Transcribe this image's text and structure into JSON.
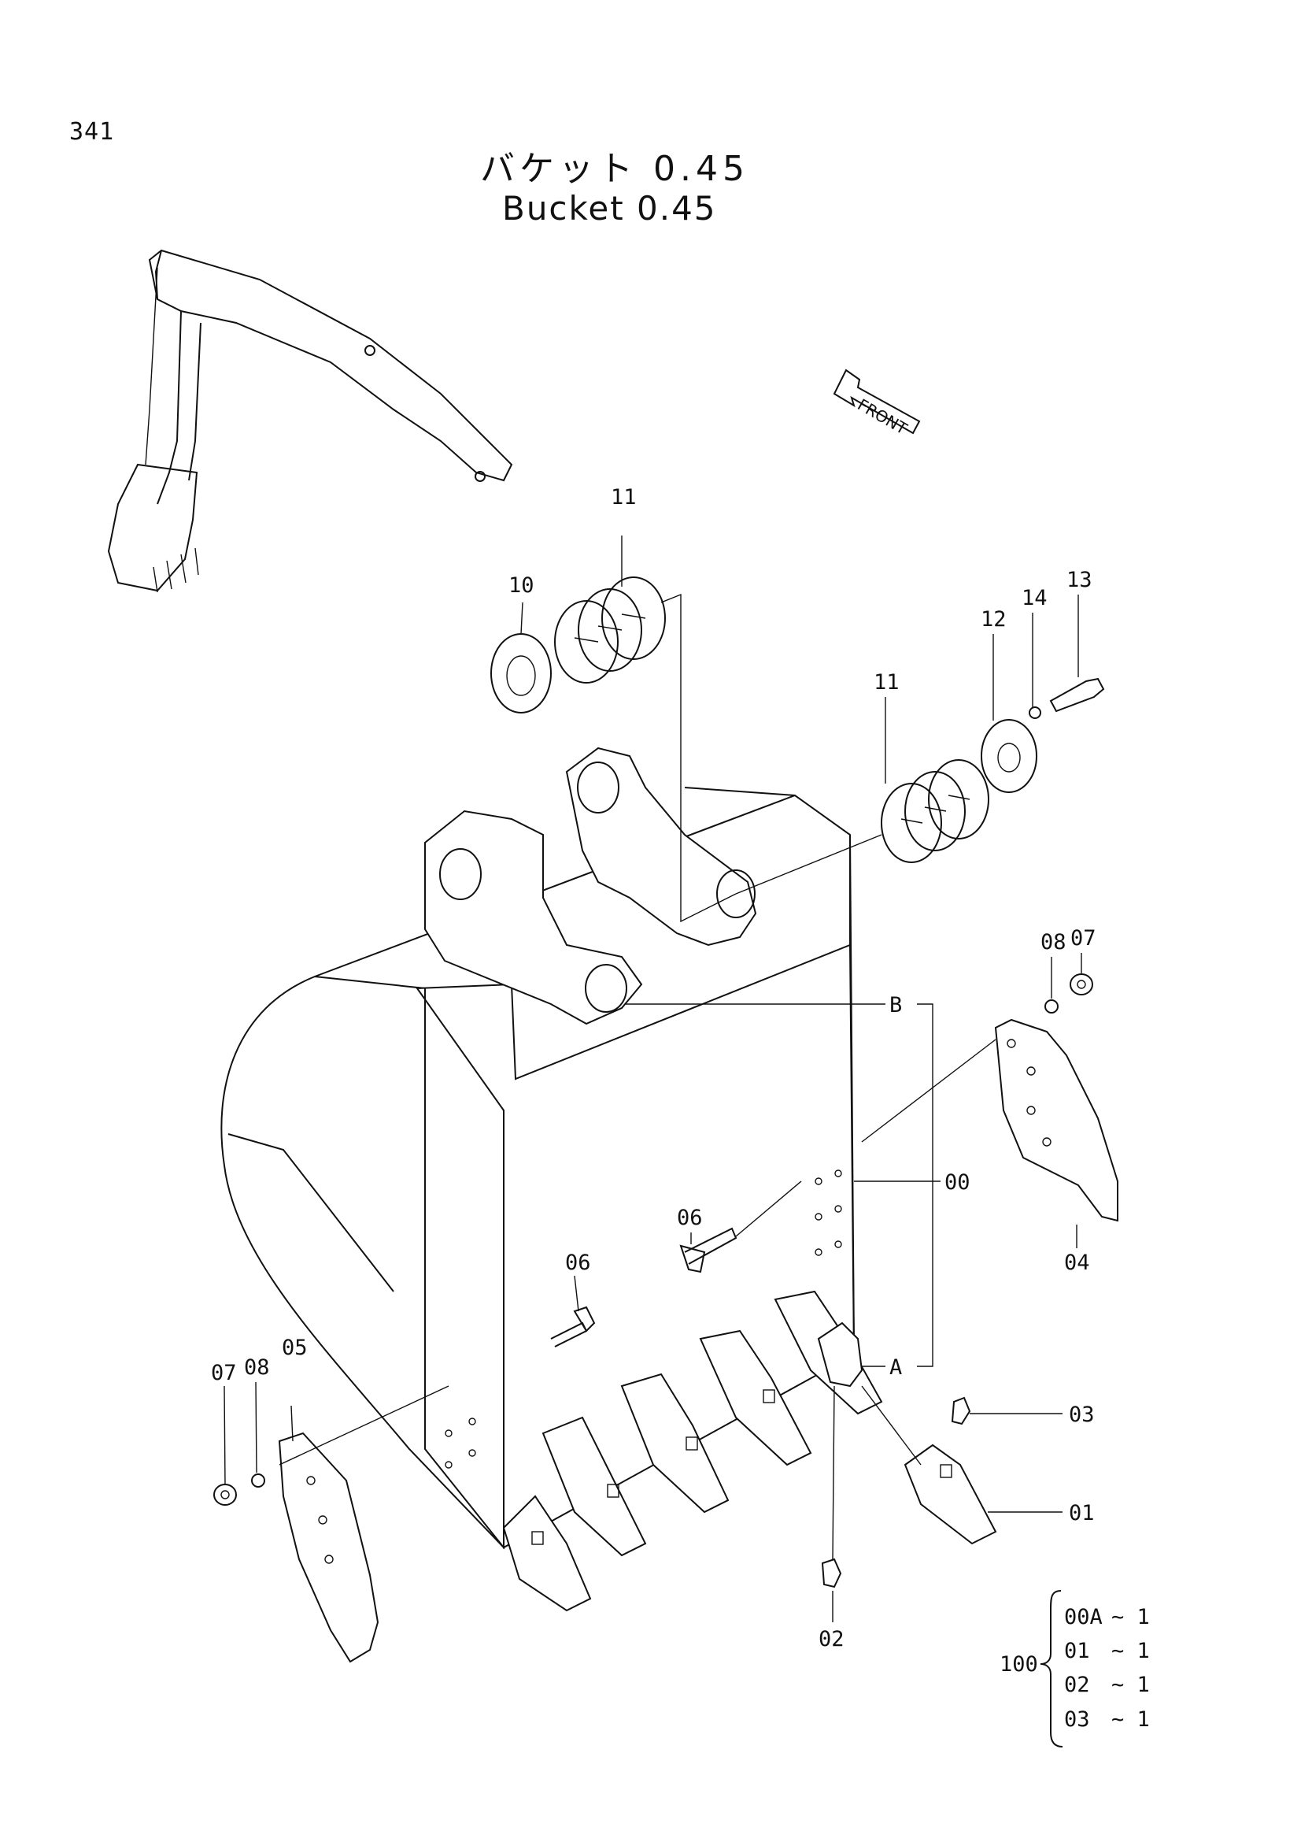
{
  "page": {
    "number": "341"
  },
  "title": {
    "japanese": "バケット 0.45",
    "english": "Bucket 0.45"
  },
  "front_label": "FRONT",
  "callouts": [
    {
      "id": "10",
      "label": "10"
    },
    {
      "id": "11a",
      "label": "11"
    },
    {
      "id": "11b",
      "label": "11"
    },
    {
      "id": "12",
      "label": "12"
    },
    {
      "id": "14",
      "label": "14"
    },
    {
      "id": "13",
      "label": "13"
    },
    {
      "id": "07r",
      "label": "07"
    },
    {
      "id": "08r",
      "label": "08"
    },
    {
      "id": "B",
      "label": "B"
    },
    {
      "id": "00",
      "label": "00"
    },
    {
      "id": "04",
      "label": "04"
    },
    {
      "id": "06a",
      "label": "06"
    },
    {
      "id": "06b",
      "label": "06"
    },
    {
      "id": "A",
      "label": "A"
    },
    {
      "id": "03",
      "label": "03"
    },
    {
      "id": "01",
      "label": "01"
    },
    {
      "id": "02",
      "label": "02"
    },
    {
      "id": "07l",
      "label": "07"
    },
    {
      "id": "08l",
      "label": "08"
    },
    {
      "id": "05",
      "label": "05"
    }
  ],
  "kit": {
    "label": "100",
    "items": [
      {
        "part": "00A",
        "qty": "~ 1"
      },
      {
        "part": "01",
        "qty": "~ 1"
      },
      {
        "part": "02",
        "qty": "~ 1"
      },
      {
        "part": "03",
        "qty": "~ 1"
      }
    ]
  }
}
